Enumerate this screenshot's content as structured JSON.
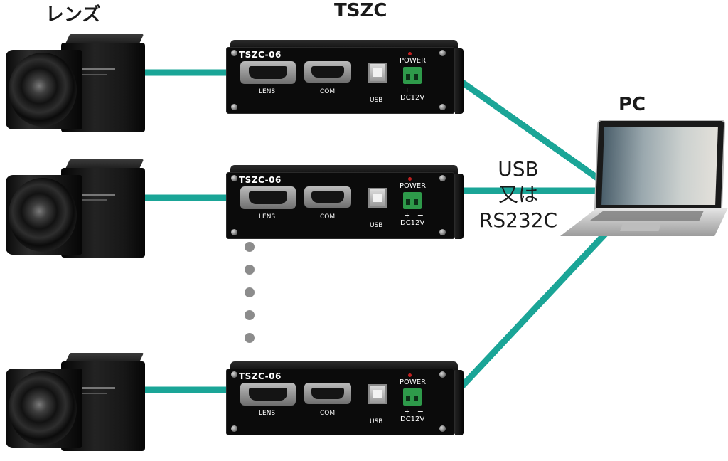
{
  "headings": {
    "lens": "レンズ",
    "controller": "TSZC",
    "pc": "PC"
  },
  "connection_label": [
    "USB",
    "又は",
    "RS232C"
  ],
  "device": {
    "model": "TSZC-06",
    "ports": {
      "lens": "LENS",
      "com": "COM",
      "usb": "USB",
      "power": "POWER",
      "polarity": "+ −",
      "dc": "DC12V"
    }
  },
  "colors": {
    "cable": "#1aa597",
    "device_body": "#0b0b0b",
    "text": "#1a1a1a",
    "power_terminal": "#2e9a4a"
  },
  "units_count": 3,
  "ellipsis_dots": 5
}
